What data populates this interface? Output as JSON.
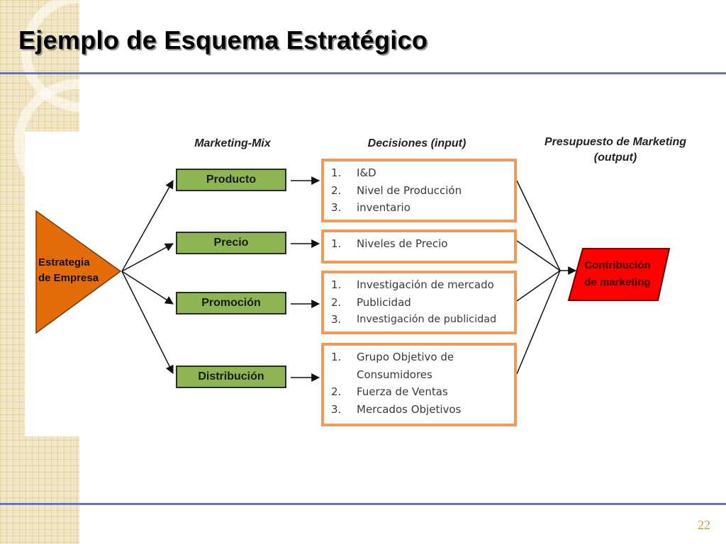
{
  "slide": {
    "title": "Ejemplo de Esquema Estratégico",
    "page_number": "22"
  },
  "diagram": {
    "headings": {
      "marketing_mix": "Marketing-Mix",
      "decisions": "Decisiones (input)",
      "budget_line1": "Presupuesto de Marketing",
      "budget_line2": "(output)"
    },
    "strategy": {
      "line1": "Estrategia",
      "line2": "de Empresa",
      "color": "#e36c0a"
    },
    "mix": [
      {
        "label": "Producto"
      },
      {
        "label": "Precio"
      },
      {
        "label": "Promoción"
      },
      {
        "label": "Distribución"
      }
    ],
    "decisions": [
      {
        "items": [
          {
            "num": "1.",
            "text": "I&D"
          },
          {
            "num": "2.",
            "text": "Nivel de Producción"
          },
          {
            "num": "3.",
            "text": "inventario"
          }
        ]
      },
      {
        "items": [
          {
            "num": "1.",
            "text": "Niveles de Precio"
          }
        ]
      },
      {
        "items": [
          {
            "num": "1.",
            "text": "Investigación de mercado"
          },
          {
            "num": "2.",
            "text": "Publicidad"
          },
          {
            "num": "3.",
            "text": "Investigación de publicidad"
          }
        ]
      },
      {
        "items": [
          {
            "num": "1.",
            "text": "Grupo Objetivo de Consumidores"
          },
          {
            "num": "2.",
            "text": "Fuerza de Ventas"
          },
          {
            "num": "3.",
            "text": "Mercados Objetivos"
          }
        ]
      }
    ],
    "output": {
      "line1": "Contribución",
      "line2": "de marketing",
      "color": "#ff0000"
    },
    "colors": {
      "mix_fill": "#8db553",
      "decision_border": "#f19b5a",
      "rule": "#6877a6"
    }
  }
}
